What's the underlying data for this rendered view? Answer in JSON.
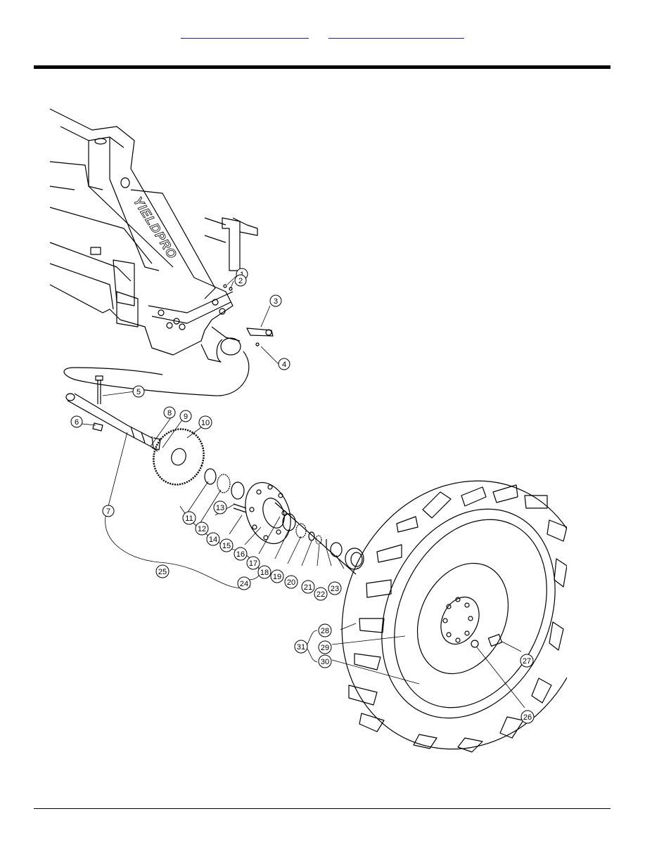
{
  "header": {
    "links": [
      {
        "label": ""
      },
      {
        "label": ""
      }
    ]
  },
  "drawing": {
    "brand_text": "YIELDPRO",
    "callouts": [
      "1",
      "2",
      "3",
      "4",
      "5",
      "6",
      "7",
      "8",
      "9",
      "10",
      "11",
      "12",
      "13",
      "14",
      "15",
      "16",
      "17",
      "18",
      "19",
      "20",
      "21",
      "22",
      "23",
      "24",
      "25",
      "26",
      "27",
      "28",
      "29",
      "30",
      "31"
    ]
  },
  "colors": {
    "rule": "#000000",
    "link": "#1a1aff"
  }
}
